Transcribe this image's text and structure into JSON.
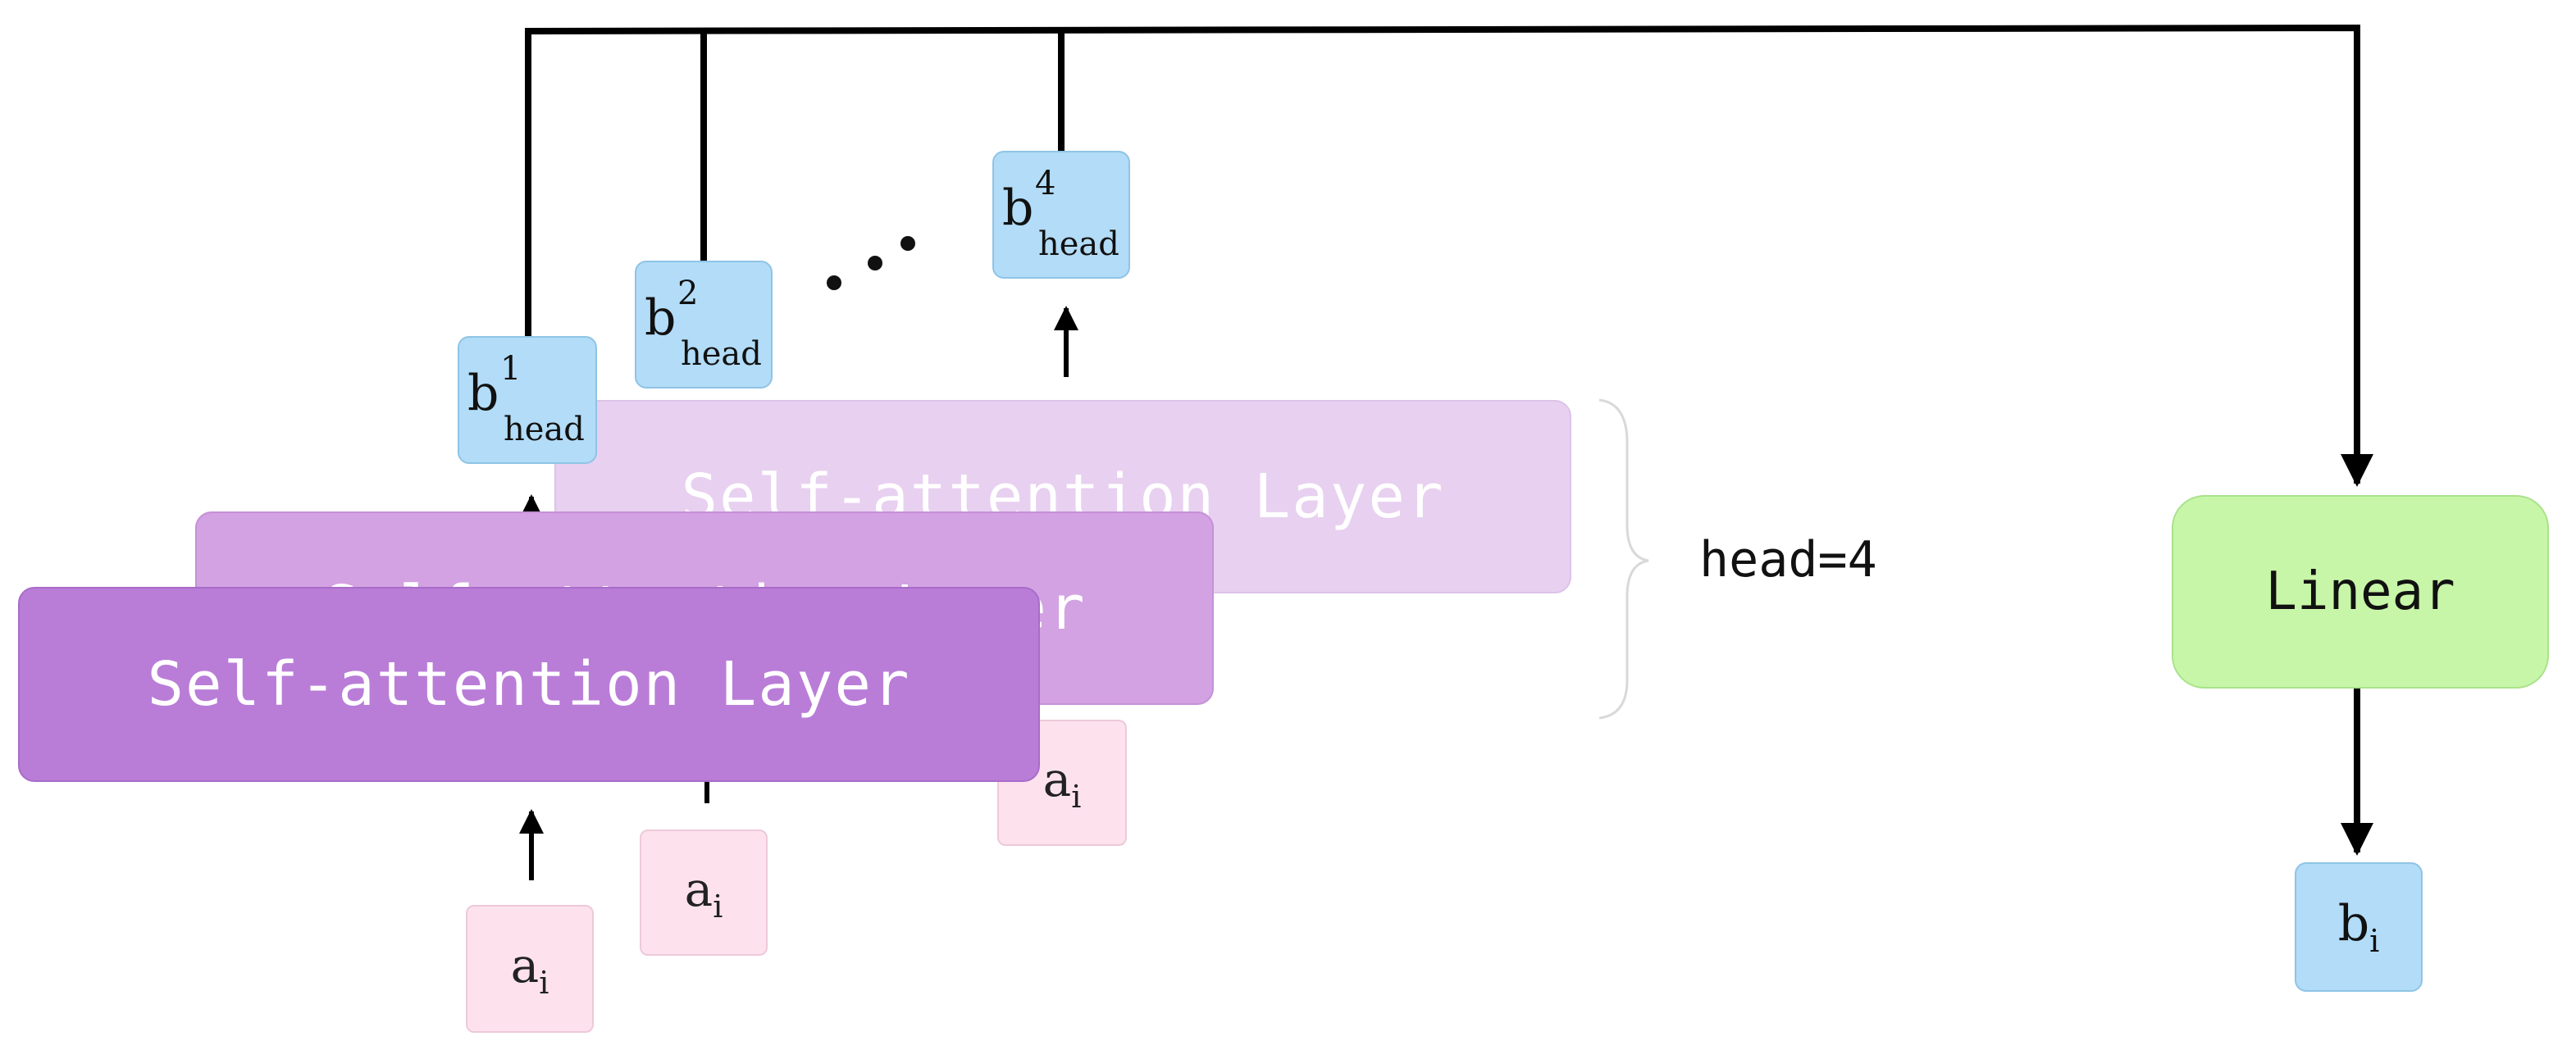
{
  "layers": {
    "back_label": "Self-attention Layer",
    "mid_label": "Self-attention Layer",
    "front_label": "Self-attention Layer"
  },
  "inputs": {
    "base": "a",
    "sub": "i"
  },
  "head_outputs": [
    {
      "base": "b",
      "sup": "1",
      "sub": "head"
    },
    {
      "base": "b",
      "sup": "2",
      "sub": "head"
    },
    {
      "base": "b",
      "sup": "4",
      "sub": "head"
    }
  ],
  "heads_label": "head=4",
  "linear_label": "Linear",
  "output": {
    "base": "b",
    "sub": "i"
  },
  "colors": {
    "layer_back": "#e8d0f0",
    "layer_mid": "#d3a2e2",
    "layer_front": "#b97dd8",
    "input_box": "#fde2ee",
    "head_output_box": "#b2dcf7",
    "linear_box": "#c8f6a8"
  }
}
